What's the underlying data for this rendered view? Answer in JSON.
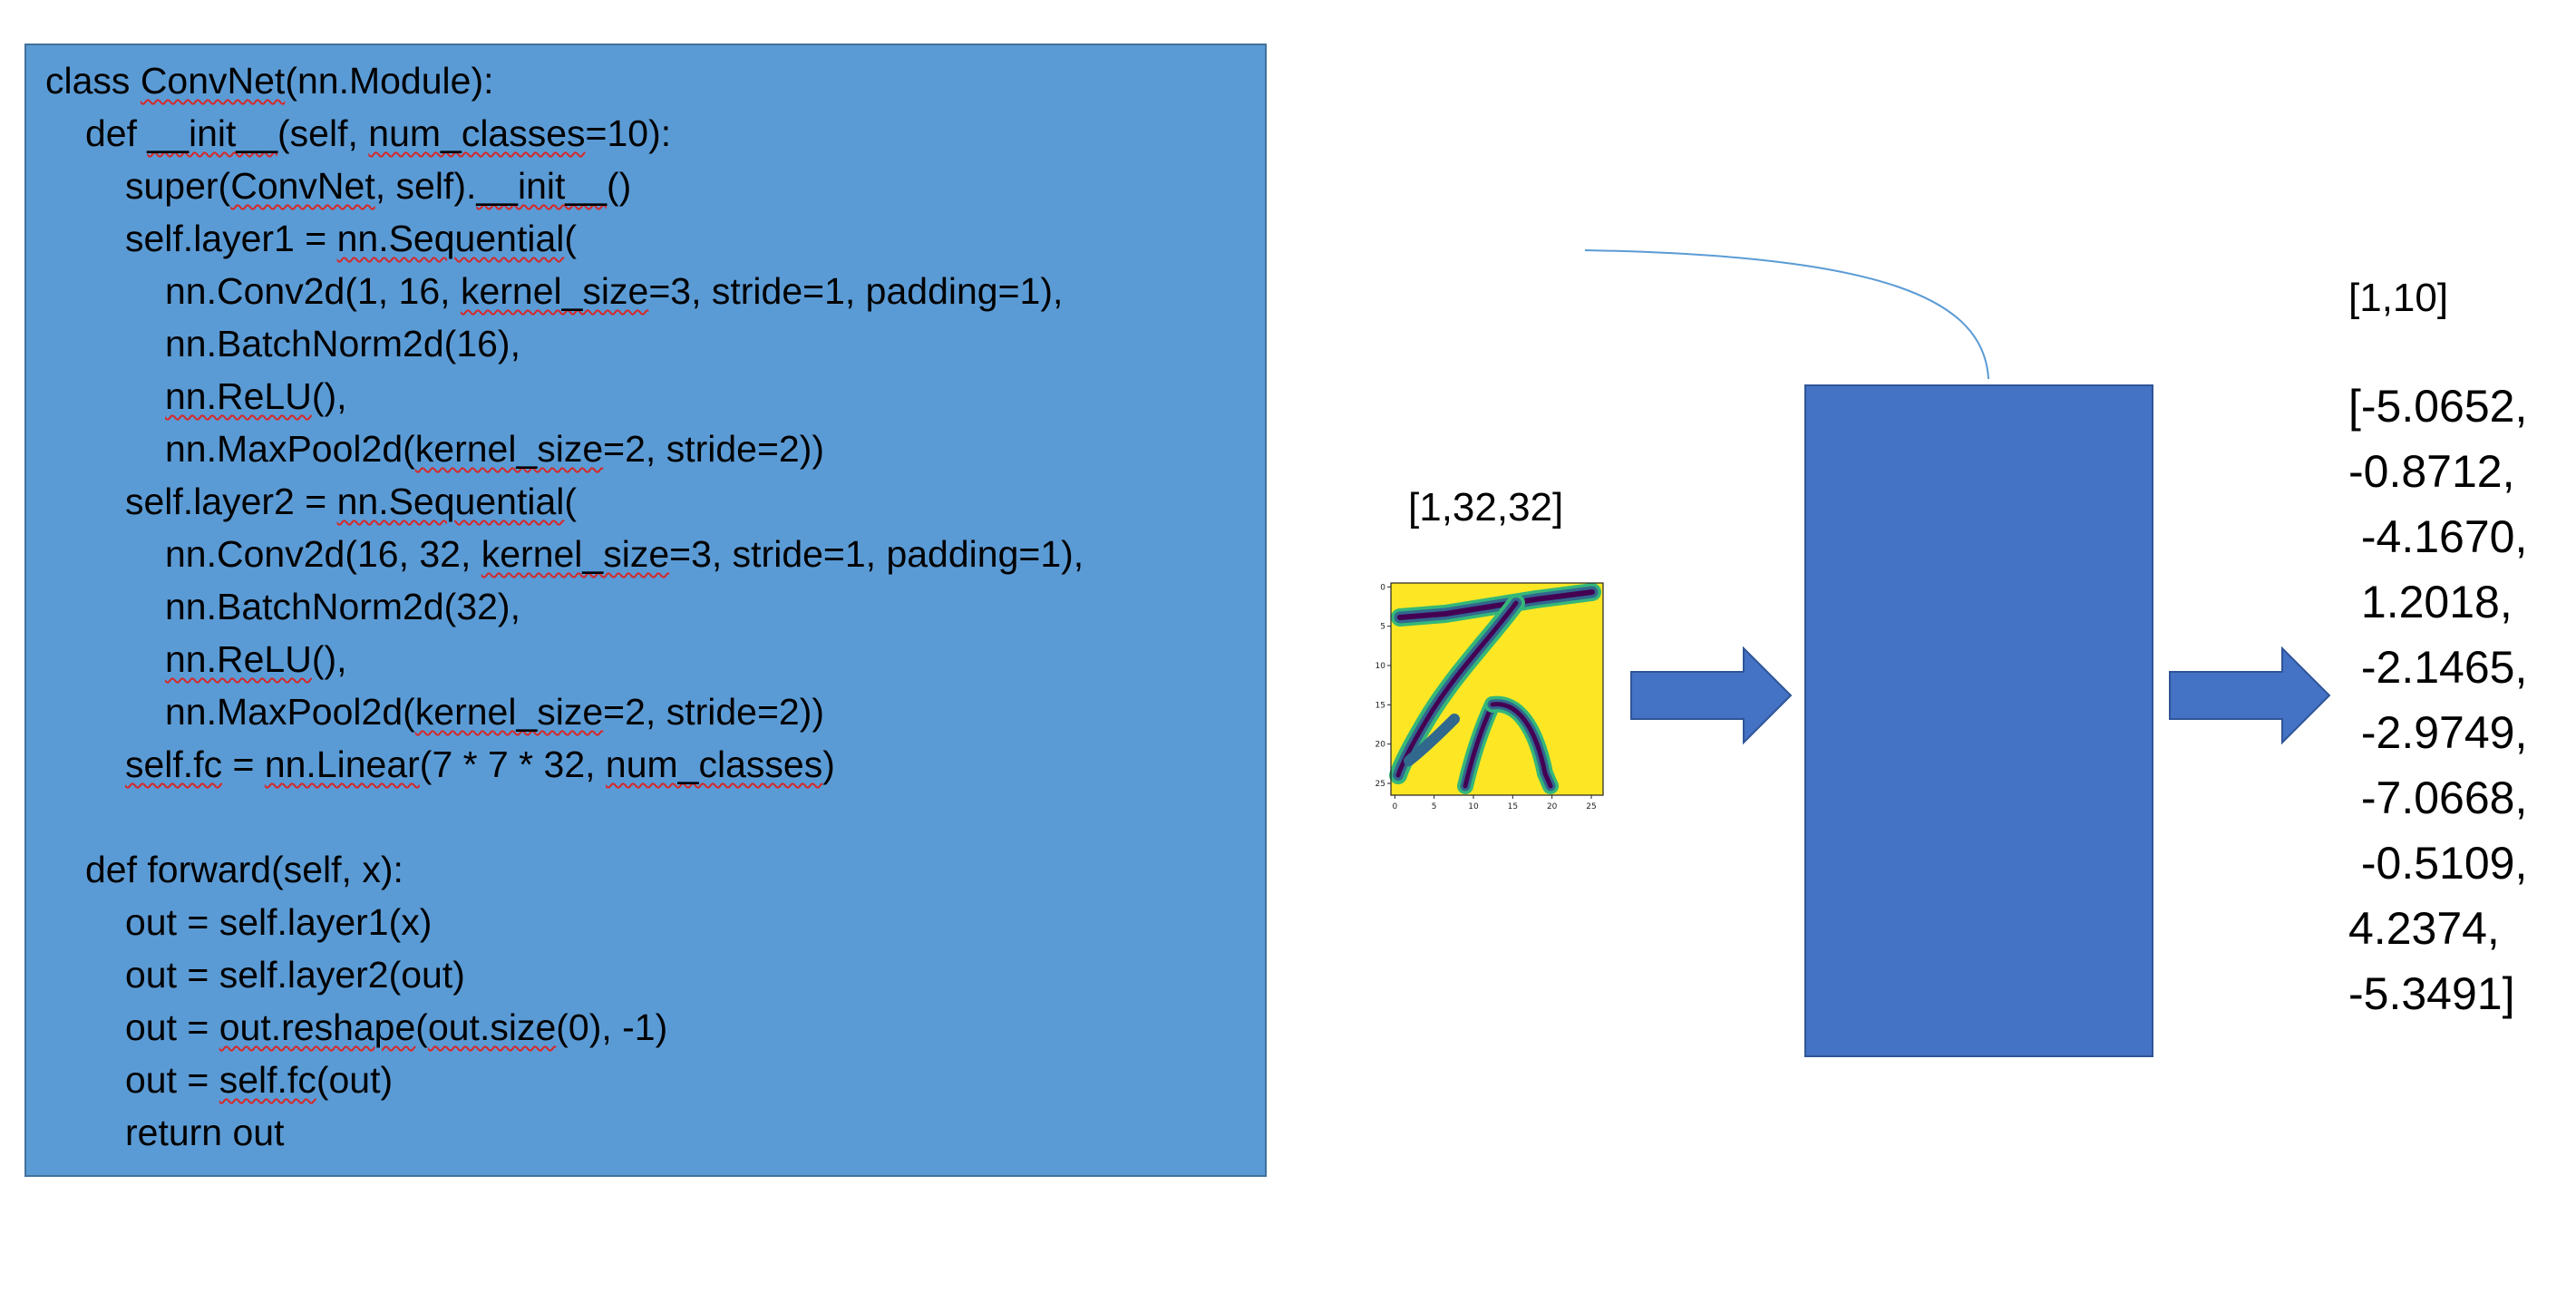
{
  "code": {
    "lines": [
      {
        "indent": 0,
        "segments": [
          {
            "t": "class "
          },
          {
            "t": "ConvNet",
            "s": 1
          },
          {
            "t": "(nn.Module):"
          }
        ]
      },
      {
        "indent": 1,
        "segments": [
          {
            "t": "def "
          },
          {
            "t": "__init__",
            "s": 1
          },
          {
            "t": "(self, "
          },
          {
            "t": "num_classes",
            "s": 1
          },
          {
            "t": "=10):"
          }
        ]
      },
      {
        "indent": 2,
        "segments": [
          {
            "t": "super("
          },
          {
            "t": "ConvNet",
            "s": 1
          },
          {
            "t": ", self)."
          },
          {
            "t": "__init__",
            "s": 1
          },
          {
            "t": "()"
          }
        ]
      },
      {
        "indent": 2,
        "segments": [
          {
            "t": "self.layer1 = "
          },
          {
            "t": "nn.Sequential",
            "s": 1
          },
          {
            "t": "("
          }
        ]
      },
      {
        "indent": 3,
        "segments": [
          {
            "t": "nn.Conv2d(1, 16, "
          },
          {
            "t": "kernel_size",
            "s": 1
          },
          {
            "t": "=3, stride=1, padding=1),"
          }
        ]
      },
      {
        "indent": 3,
        "segments": [
          {
            "t": "nn.BatchNorm2d(16),"
          }
        ]
      },
      {
        "indent": 3,
        "segments": [
          {
            "t": "nn.ReLU",
            "s": 1
          },
          {
            "t": "(),"
          }
        ]
      },
      {
        "indent": 3,
        "segments": [
          {
            "t": "nn.MaxPool2d("
          },
          {
            "t": "kernel_size",
            "s": 1
          },
          {
            "t": "=2, stride=2))"
          }
        ]
      },
      {
        "indent": 2,
        "segments": [
          {
            "t": "self.layer2 = "
          },
          {
            "t": "nn.Sequential",
            "s": 1
          },
          {
            "t": "("
          }
        ]
      },
      {
        "indent": 3,
        "segments": [
          {
            "t": "nn.Conv2d(16, 32, "
          },
          {
            "t": "kernel_size",
            "s": 1
          },
          {
            "t": "=3, stride=1, padding=1),"
          }
        ]
      },
      {
        "indent": 3,
        "segments": [
          {
            "t": "nn.BatchNorm2d(32),"
          }
        ]
      },
      {
        "indent": 3,
        "segments": [
          {
            "t": "nn.ReLU",
            "s": 1
          },
          {
            "t": "(),"
          }
        ]
      },
      {
        "indent": 3,
        "segments": [
          {
            "t": "nn.MaxPool2d("
          },
          {
            "t": "kernel_size",
            "s": 1
          },
          {
            "t": "=2, stride=2))"
          }
        ]
      },
      {
        "indent": 2,
        "segments": [
          {
            "t": "self.fc",
            "s": 1
          },
          {
            "t": " = "
          },
          {
            "t": "nn.Linear",
            "s": 1
          },
          {
            "t": "(7 * 7 * 32, "
          },
          {
            "t": "num_classes",
            "s": 1
          },
          {
            "t": ")"
          }
        ]
      },
      {
        "indent": 0,
        "segments": [
          {
            "t": ""
          }
        ]
      },
      {
        "indent": 1,
        "segments": [
          {
            "t": "def forward(self, x):"
          }
        ]
      },
      {
        "indent": 2,
        "segments": [
          {
            "t": "out = self.layer1(x)"
          }
        ]
      },
      {
        "indent": 2,
        "segments": [
          {
            "t": "out = self.layer2(out)"
          }
        ]
      },
      {
        "indent": 2,
        "segments": [
          {
            "t": "out = "
          },
          {
            "t": "out.reshape",
            "s": 1
          },
          {
            "t": "("
          },
          {
            "t": "out.size",
            "s": 1
          },
          {
            "t": "(0), -1)"
          }
        ]
      },
      {
        "indent": 2,
        "segments": [
          {
            "t": "out = "
          },
          {
            "t": "self.fc",
            "s": 1
          },
          {
            "t": "(out)"
          }
        ]
      },
      {
        "indent": 2,
        "segments": [
          {
            "t": "return out"
          }
        ]
      }
    ]
  },
  "input_label": "[1,32,32]",
  "output_label": "[1,10]",
  "output_values": [
    "[-5.0652,",
    "-0.8712,",
    " -4.1670,",
    " 1.2018,",
    " -2.1465,",
    " -2.9749,",
    " -7.0668,",
    " -0.5109,",
    "4.2374,",
    "-5.3491]"
  ],
  "digit_figure": {
    "x_ticks": [
      "0",
      "5",
      "10",
      "15",
      "20",
      "25"
    ],
    "y_ticks": [
      "0",
      "5",
      "10",
      "15",
      "20",
      "25"
    ]
  },
  "colors": {
    "code_box": "#5b9bd5",
    "model_box": "#4472c4",
    "arrow": "#4472c4",
    "curve": "#5b9bd5",
    "spell_underline": "#d62828"
  }
}
